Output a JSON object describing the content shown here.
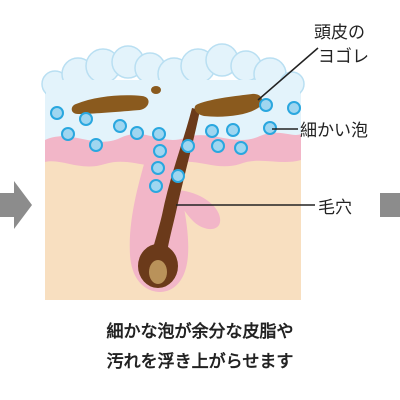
{
  "labels": {
    "scalp_dirt_line1": "頭皮の",
    "scalp_dirt_line2": "ヨゴレ",
    "fine_foam": "細かい泡",
    "pore": "毛穴"
  },
  "caption": {
    "line1": "細かな泡が余分な皮脂や",
    "line2": "汚れを浮き上がらせます"
  },
  "colors": {
    "foam_fill": "#e3f3fb",
    "bubble_fill": "#9fd6f0",
    "bubble_stroke": "#2aa7df",
    "dirt": "#8a5a1e",
    "skin_surface": "#f2b6c8",
    "skin_body": "#f8dfc0",
    "hair": "#6b3a1a",
    "hair_root": "#b9925a",
    "arrow_gray": "#8c8c8c"
  }
}
